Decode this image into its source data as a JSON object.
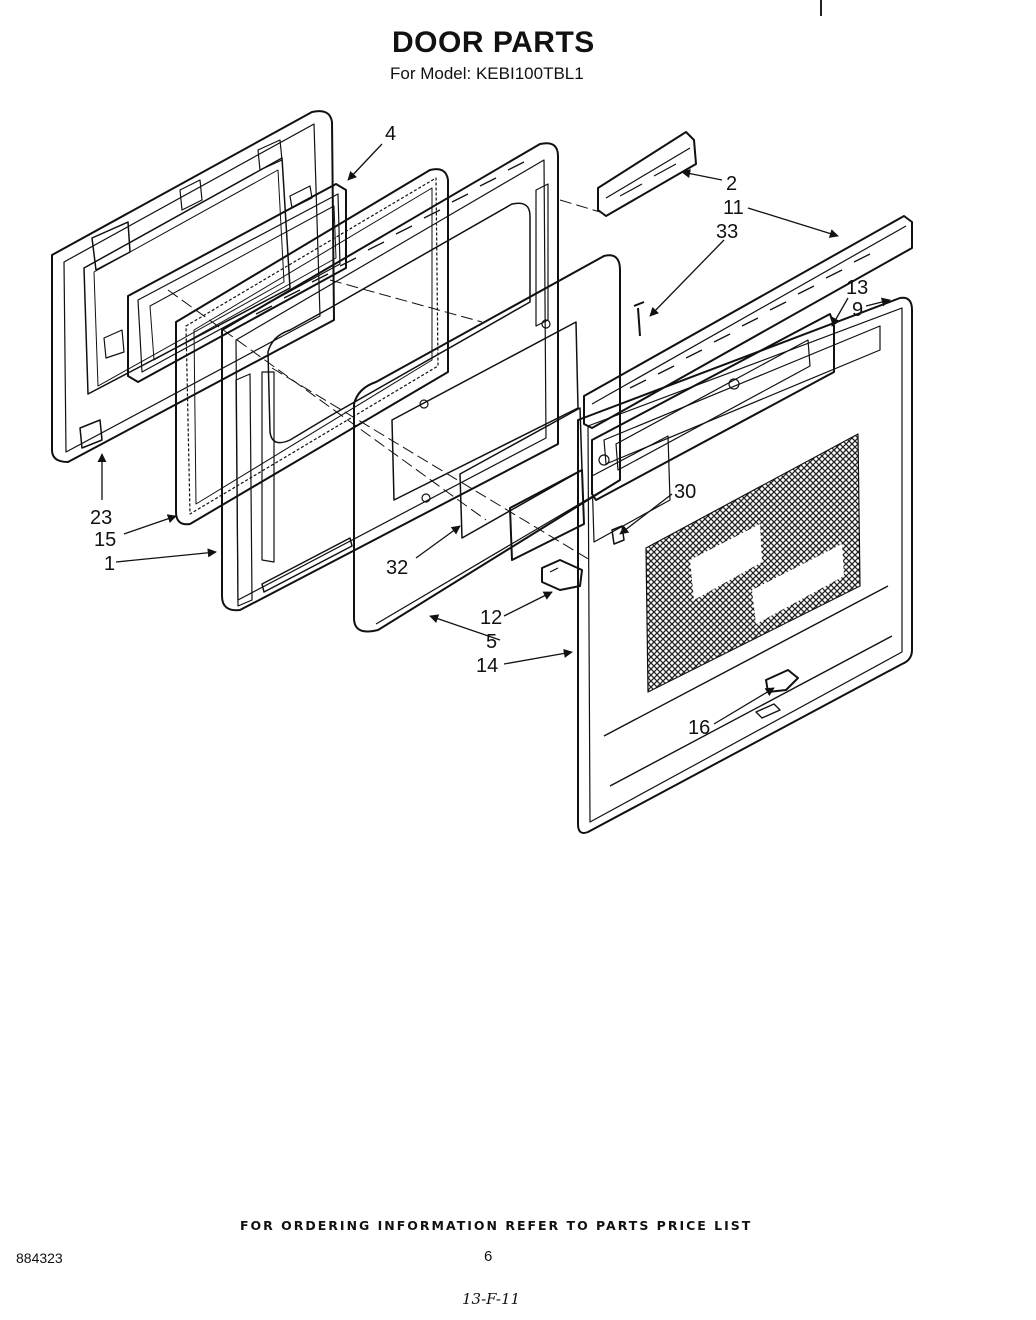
{
  "header": {
    "title": "DOOR PARTS",
    "model_line": "For Model: KEBI100TBL1"
  },
  "callouts": [
    {
      "id": "c4",
      "label": "4"
    },
    {
      "id": "c2",
      "label": "2"
    },
    {
      "id": "c11",
      "label": "11"
    },
    {
      "id": "c33",
      "label": "33"
    },
    {
      "id": "c13",
      "label": "13"
    },
    {
      "id": "c9",
      "label": "9"
    },
    {
      "id": "c30",
      "label": "30"
    },
    {
      "id": "c23",
      "label": "23"
    },
    {
      "id": "c15",
      "label": "15"
    },
    {
      "id": "c1",
      "label": "1"
    },
    {
      "id": "c32",
      "label": "32"
    },
    {
      "id": "c12",
      "label": "12"
    },
    {
      "id": "c5",
      "label": "5"
    },
    {
      "id": "c14",
      "label": "14"
    },
    {
      "id": "c16",
      "label": "16"
    }
  ],
  "footer": {
    "ordering_note": "FOR ORDERING INFORMATION REFER TO PARTS PRICE LIST",
    "document_number": "884323",
    "page_number": "6",
    "handwritten_note": "13-F-11"
  }
}
